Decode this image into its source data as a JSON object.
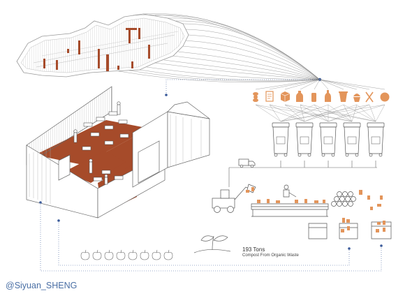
{
  "compost": {
    "amount": "193 Tons",
    "caption": "Compost From Organic Waste"
  },
  "credit": "@Siyuan_SHENG",
  "colors": {
    "accent": "#a64b2a",
    "icon_orange": "#e3955b",
    "dotted_line": "#3a5a9a",
    "line": "#6b6b6b"
  },
  "icons": [
    "apple-core-icon",
    "receipt-icon",
    "box-icon",
    "bottle-icon",
    "can-icon",
    "wine-bottle-icon",
    "cup-icon",
    "cupcake-icon",
    "utensils-icon",
    "ball-icon"
  ],
  "bins_count": 5,
  "apples_count": 8
}
